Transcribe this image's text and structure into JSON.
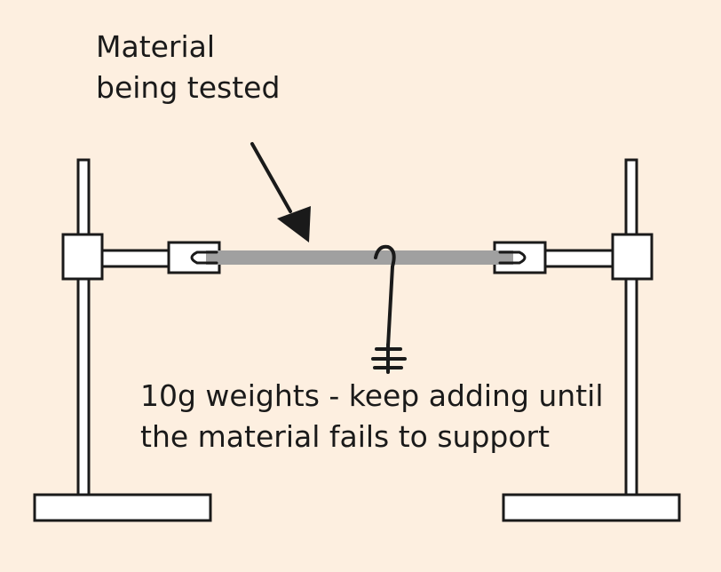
{
  "colors": {
    "background": "#fdefe0",
    "stroke": "#1a1a1a",
    "fill": "#ffffff",
    "material": "#a0a0a0"
  },
  "labels": {
    "material": {
      "line1": "Material",
      "line2": "being tested"
    },
    "weights": {
      "line1": "10g weights - keep adding until",
      "line2": "the material fails to support"
    }
  },
  "icons": {
    "stand": "retort-stand",
    "clamp": "clamp",
    "arrow": "arrow",
    "hook": "hook",
    "weights": "weights-stack"
  }
}
